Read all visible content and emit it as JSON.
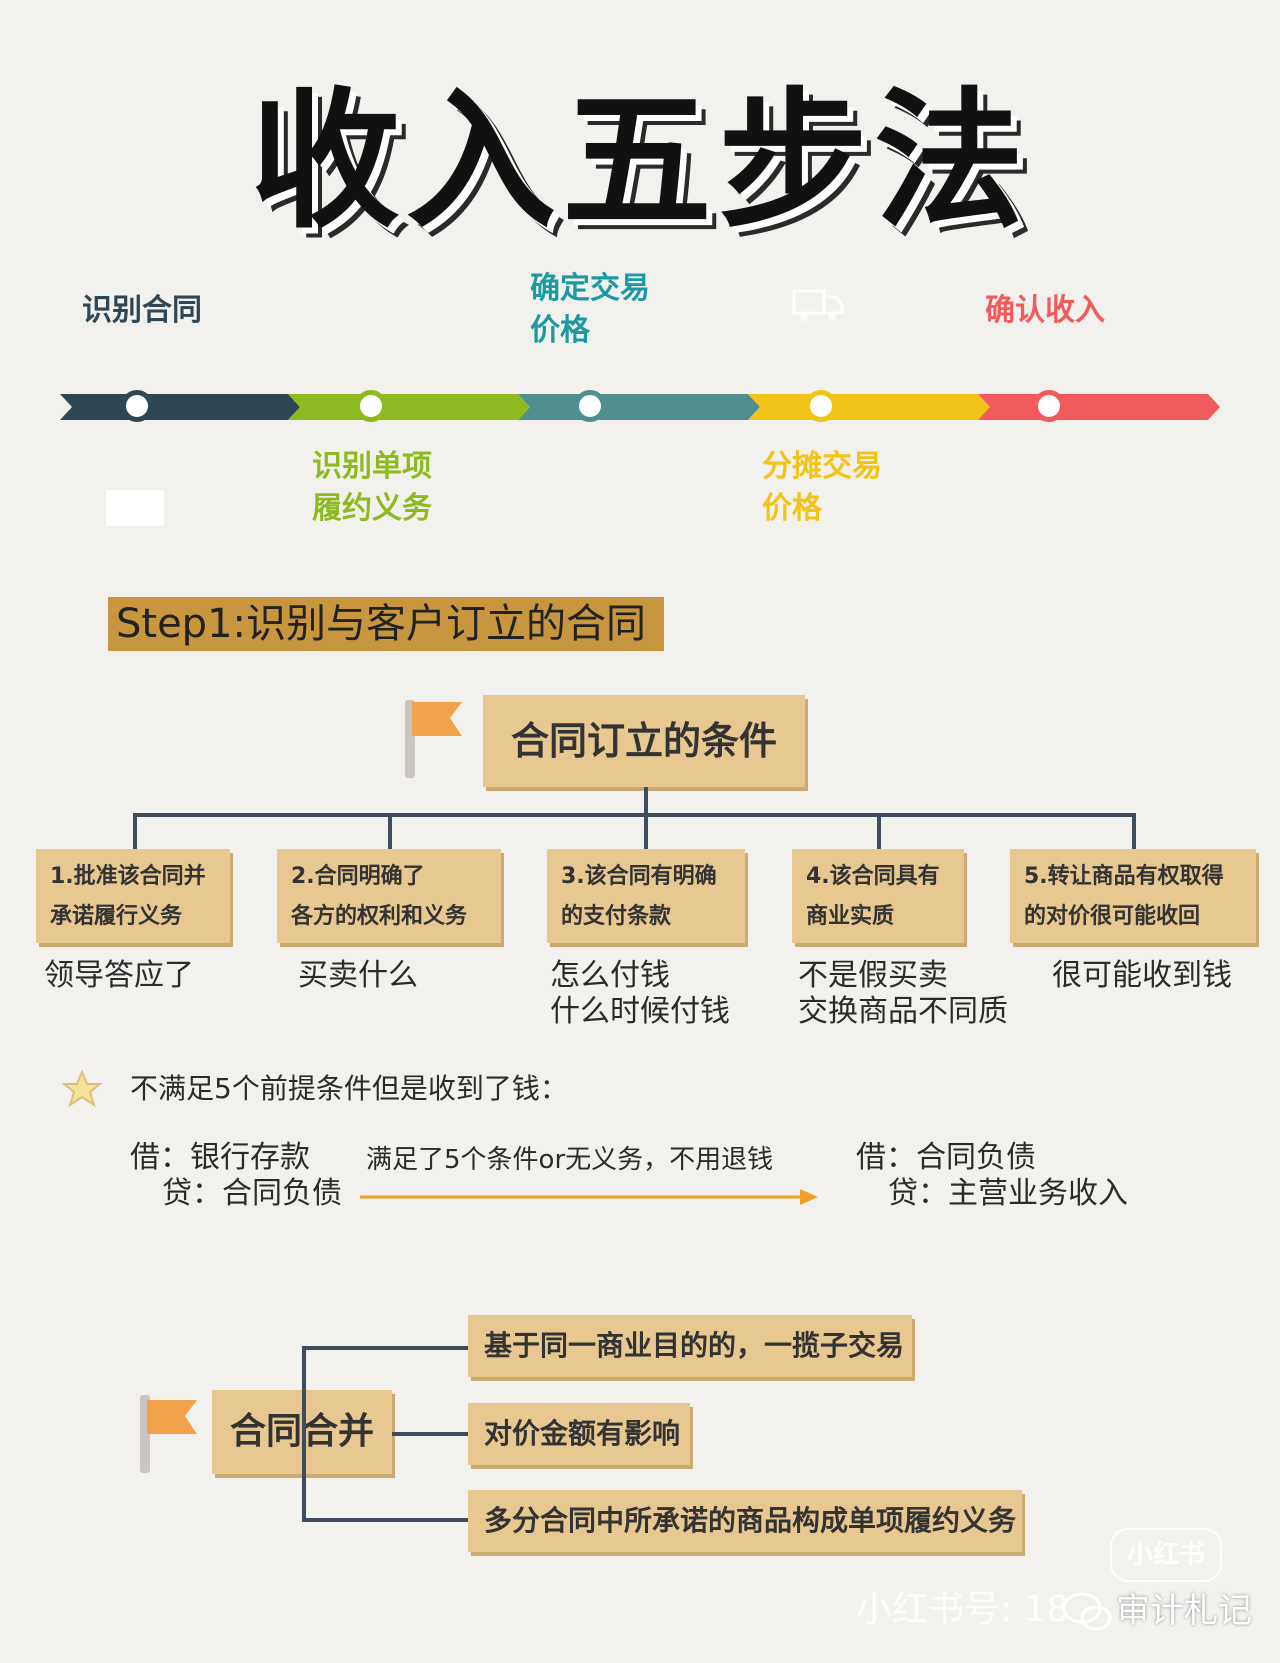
{
  "title": "收入五步法",
  "timeline": {
    "steps": [
      {
        "label": "识别合同",
        "color": "#2f4754"
      },
      {
        "label": "识别单项\n履约义务",
        "color": "#8fb921"
      },
      {
        "label": "确定交易\n价格",
        "color": "#1b9aa2"
      },
      {
        "label": "分摊交易\n价格",
        "color": "#f2c417"
      },
      {
        "label": "确认收入",
        "color": "#f25b5b"
      }
    ]
  },
  "step1": {
    "heading": "Step1:识别与客户订立的合同",
    "conditions_title": "合同订立的条件",
    "conditions": [
      {
        "line1": "1.批准该合同并",
        "line2": "承诺履行义务",
        "note": "领导答应了"
      },
      {
        "line1": "2.合同明确了",
        "line2": "各方的权利和义务",
        "note": "买卖什么"
      },
      {
        "line1": "3.该合同有明确",
        "line2": "的支付条款",
        "note": "怎么付钱\n什么时候付钱"
      },
      {
        "line1": "4.该合同具有",
        "line2": "商业实质",
        "note": "不是假买卖\n交换商品不同质"
      },
      {
        "line1": "5.转让商品有权取得",
        "line2": "的对价很可能收回",
        "note": "很可能收到钱"
      }
    ]
  },
  "tip": {
    "icon": "star-icon",
    "text": "不满足5个前提条件但是收到了钱：",
    "left_entry": {
      "debit": "借：银行存款",
      "credit": "贷：合同负债"
    },
    "arrow_label": "满足了5个条件or无义务，不用退钱",
    "right_entry": {
      "debit": "借：合同负债",
      "credit": "贷：主营业务收入"
    }
  },
  "merge": {
    "title": "合同合并",
    "items": [
      "基于同一商业目的的，一揽子交易",
      "对价金额有影响",
      "多分合同中所承诺的商品构成单项履约义务"
    ]
  },
  "watermark": {
    "badge": "小红书",
    "footer_left": "小红书号: 18",
    "footer_right": "审计札记"
  },
  "colors": {
    "accent_box": "#e6c890",
    "heading_bg": "#c8963e",
    "flag": "#f2a24a",
    "arrow": "#f2a024",
    "connector": "#3f4d5a"
  }
}
